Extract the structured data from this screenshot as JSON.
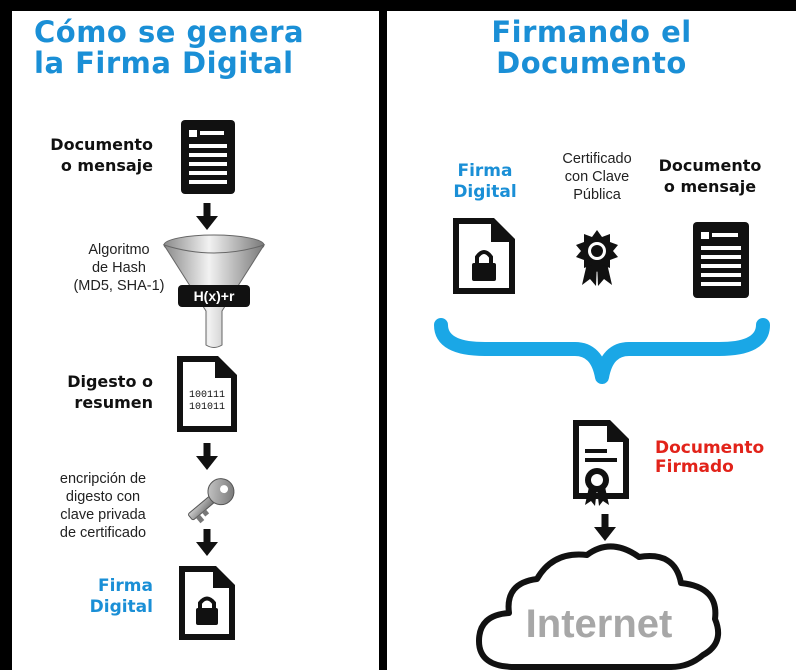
{
  "left": {
    "title_line1": "Cómo se genera",
    "title_line2": "la Firma Digital",
    "step_document": {
      "line1": "Documento",
      "line2": "o mensaje"
    },
    "step_hash": {
      "line1": "Algoritmo",
      "line2": "de Hash",
      "line3": "(MD5, SHA-1)",
      "funnel_label": "H(x)+r"
    },
    "step_digest": {
      "line1": "Digesto o",
      "line2": "resumen",
      "bits1": "100111",
      "bits2": "101011"
    },
    "step_encrypt": {
      "line1": "encripción de",
      "line2": "digesto con",
      "line3": "clave privada",
      "line4": "de certificado"
    },
    "step_signature": {
      "line1": "Firma",
      "line2": "Digital"
    }
  },
  "right": {
    "title_line1": "Firmando el",
    "title_line2": "Documento",
    "signature": {
      "line1": "Firma",
      "line2": "Digital"
    },
    "certificate": {
      "line1": "Certificado",
      "line2": "con Clave",
      "line3": "Pública"
    },
    "document": {
      "line1": "Documento",
      "line2": "o mensaje"
    },
    "signed": {
      "line1": "Documento",
      "line2": "Firmado"
    },
    "internet": "Internet"
  },
  "colors": {
    "accent_blue": "#1a8fd6",
    "signed_red": "#e2231a",
    "icon_black": "#111111",
    "cloud_grey": "#a7a7a7"
  }
}
